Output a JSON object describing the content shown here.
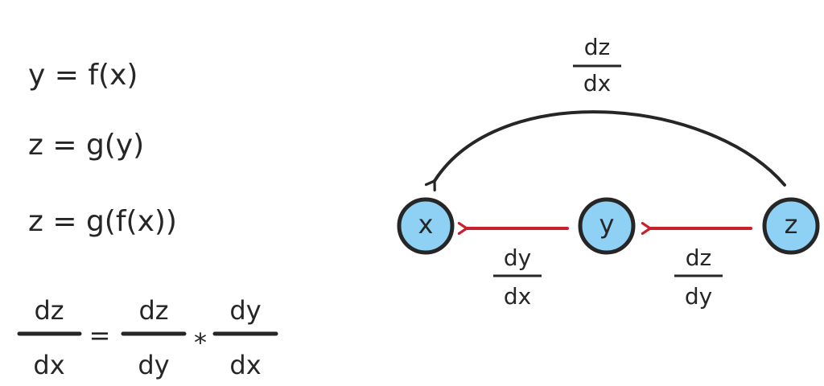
{
  "equations": {
    "line1": "y = f(x)",
    "line2": "z = g(y)",
    "line3": "z = g(f(x))"
  },
  "chain_rule": {
    "lhs": {
      "num": "dz",
      "den": "dx"
    },
    "equals": "=",
    "rhs1": {
      "num": "dz",
      "den": "dy"
    },
    "times": "*",
    "rhs2": {
      "num": "dy",
      "den": "dx"
    }
  },
  "graph": {
    "nodes": [
      "x",
      "y",
      "z"
    ],
    "edge_yx": {
      "num": "dy",
      "den": "dx"
    },
    "edge_zy": {
      "num": "dz",
      "den": "dy"
    },
    "edge_zx": {
      "num": "dz",
      "den": "dx"
    },
    "colors": {
      "node_fill": "#8fd1f5",
      "node_stroke": "#262626",
      "red_arrow": "#c9202b",
      "black_arrow": "#262626"
    }
  }
}
